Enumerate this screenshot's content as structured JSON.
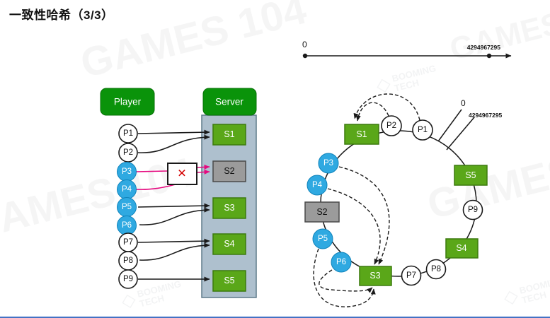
{
  "title": "一致性哈希（3/3）",
  "watermark": {
    "brand": "GAMES 104",
    "company_line1": "BOOMING",
    "company_line2": "TECH",
    "logo_glyph": "◇"
  },
  "colors": {
    "header_green": "#0a930a",
    "server_green": "#5aa719",
    "server_green_border": "#3c7a0e",
    "server_gray": "#9b9b9b",
    "server_gray_border": "#4a4a4a",
    "container_fill": "#aec0ce",
    "container_border": "#5f7a8a",
    "player_blue": "#2fa9e1",
    "player_blue_border": "#0f83bb",
    "pink_arrow": "#e5097f",
    "red_x": "#d40000",
    "footer_accent": "#4472c4"
  },
  "left_diagram": {
    "player_header": "Player",
    "server_header": "Server",
    "players": [
      {
        "id": "P1",
        "color": "white"
      },
      {
        "id": "P2",
        "color": "white"
      },
      {
        "id": "P3",
        "color": "blue"
      },
      {
        "id": "P4",
        "color": "blue"
      },
      {
        "id": "P5",
        "color": "blue"
      },
      {
        "id": "P6",
        "color": "blue"
      },
      {
        "id": "P7",
        "color": "white"
      },
      {
        "id": "P8",
        "color": "white"
      },
      {
        "id": "P9",
        "color": "white"
      }
    ],
    "servers": [
      {
        "id": "S1",
        "status": "up"
      },
      {
        "id": "S2",
        "status": "down"
      },
      {
        "id": "S3",
        "status": "up"
      },
      {
        "id": "S4",
        "status": "up"
      },
      {
        "id": "S5",
        "status": "up"
      }
    ],
    "failed_marker": "✕",
    "mappings": [
      {
        "from": "P1",
        "to": "S1",
        "failed": false
      },
      {
        "from": "P2",
        "to": "S1",
        "failed": false
      },
      {
        "from": "P3",
        "to": "S2",
        "failed": true
      },
      {
        "from": "P4",
        "to": "S2",
        "failed": true
      },
      {
        "from": "P5",
        "to": "S3",
        "failed": false
      },
      {
        "from": "P6",
        "to": "S3",
        "failed": false
      },
      {
        "from": "P7",
        "to": "S4",
        "failed": false
      },
      {
        "from": "P8",
        "to": "S4",
        "failed": false
      },
      {
        "from": "P9",
        "to": "S5",
        "failed": false
      }
    ]
  },
  "number_line": {
    "start_label": "0",
    "end_label": "4294967295"
  },
  "ring_diagram": {
    "zero_label": "0",
    "max_label": "4294967295",
    "nodes": [
      {
        "id": "S1",
        "type": "server-up"
      },
      {
        "id": "P2",
        "type": "player-white"
      },
      {
        "id": "P1",
        "type": "player-white"
      },
      {
        "id": "S5",
        "type": "server-up"
      },
      {
        "id": "P9",
        "type": "player-white"
      },
      {
        "id": "S4",
        "type": "server-up"
      },
      {
        "id": "P8",
        "type": "player-white"
      },
      {
        "id": "P7",
        "type": "player-white"
      },
      {
        "id": "S3",
        "type": "server-up"
      },
      {
        "id": "P6",
        "type": "player-blue"
      },
      {
        "id": "P5",
        "type": "player-blue"
      },
      {
        "id": "S2",
        "type": "server-down"
      },
      {
        "id": "P4",
        "type": "player-blue"
      },
      {
        "id": "P3",
        "type": "player-blue"
      }
    ],
    "reassignments": [
      {
        "from": "P2",
        "to": "S1"
      },
      {
        "from": "P1",
        "to": "S1"
      },
      {
        "from": "P3",
        "to": "S3"
      },
      {
        "from": "P4",
        "to": "S3"
      },
      {
        "from": "P5",
        "to": "S3"
      },
      {
        "from": "P6",
        "to": "S3"
      }
    ]
  }
}
